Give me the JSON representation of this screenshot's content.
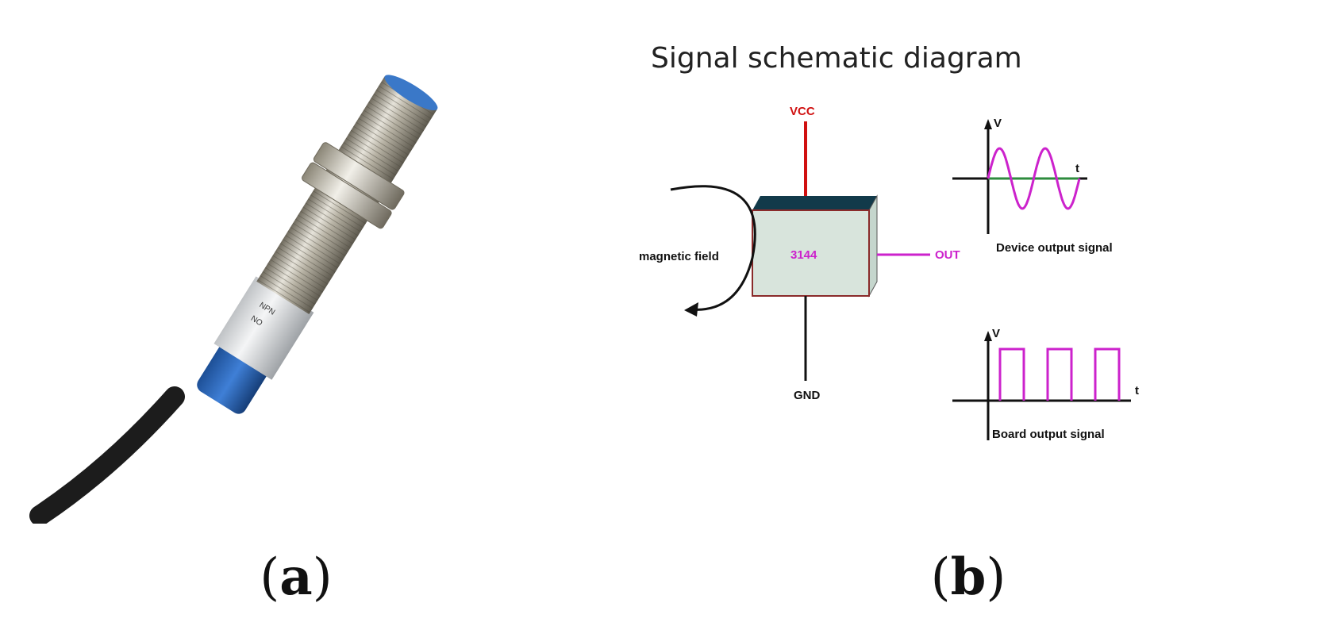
{
  "panel_a": {
    "caption_letter": "a",
    "image": "proximity-sensor-photo"
  },
  "panel_b": {
    "caption_letter": "b",
    "title": "Signal schematic diagram",
    "vcc_label": "VCC",
    "gnd_label": "GND",
    "out_label": "OUT",
    "chip_label": "3144",
    "field_label": "magnetic field",
    "device_axis_y": "V",
    "device_axis_x": "t",
    "device_caption": "Device output signal",
    "board_axis_y": "V",
    "board_axis_x": "t",
    "board_caption": "Board output signal",
    "colors": {
      "vcc": "#d01010",
      "signal": "#cc22cc",
      "chip_top": "#123a4a",
      "chip_face": "#d8e4dc"
    }
  }
}
